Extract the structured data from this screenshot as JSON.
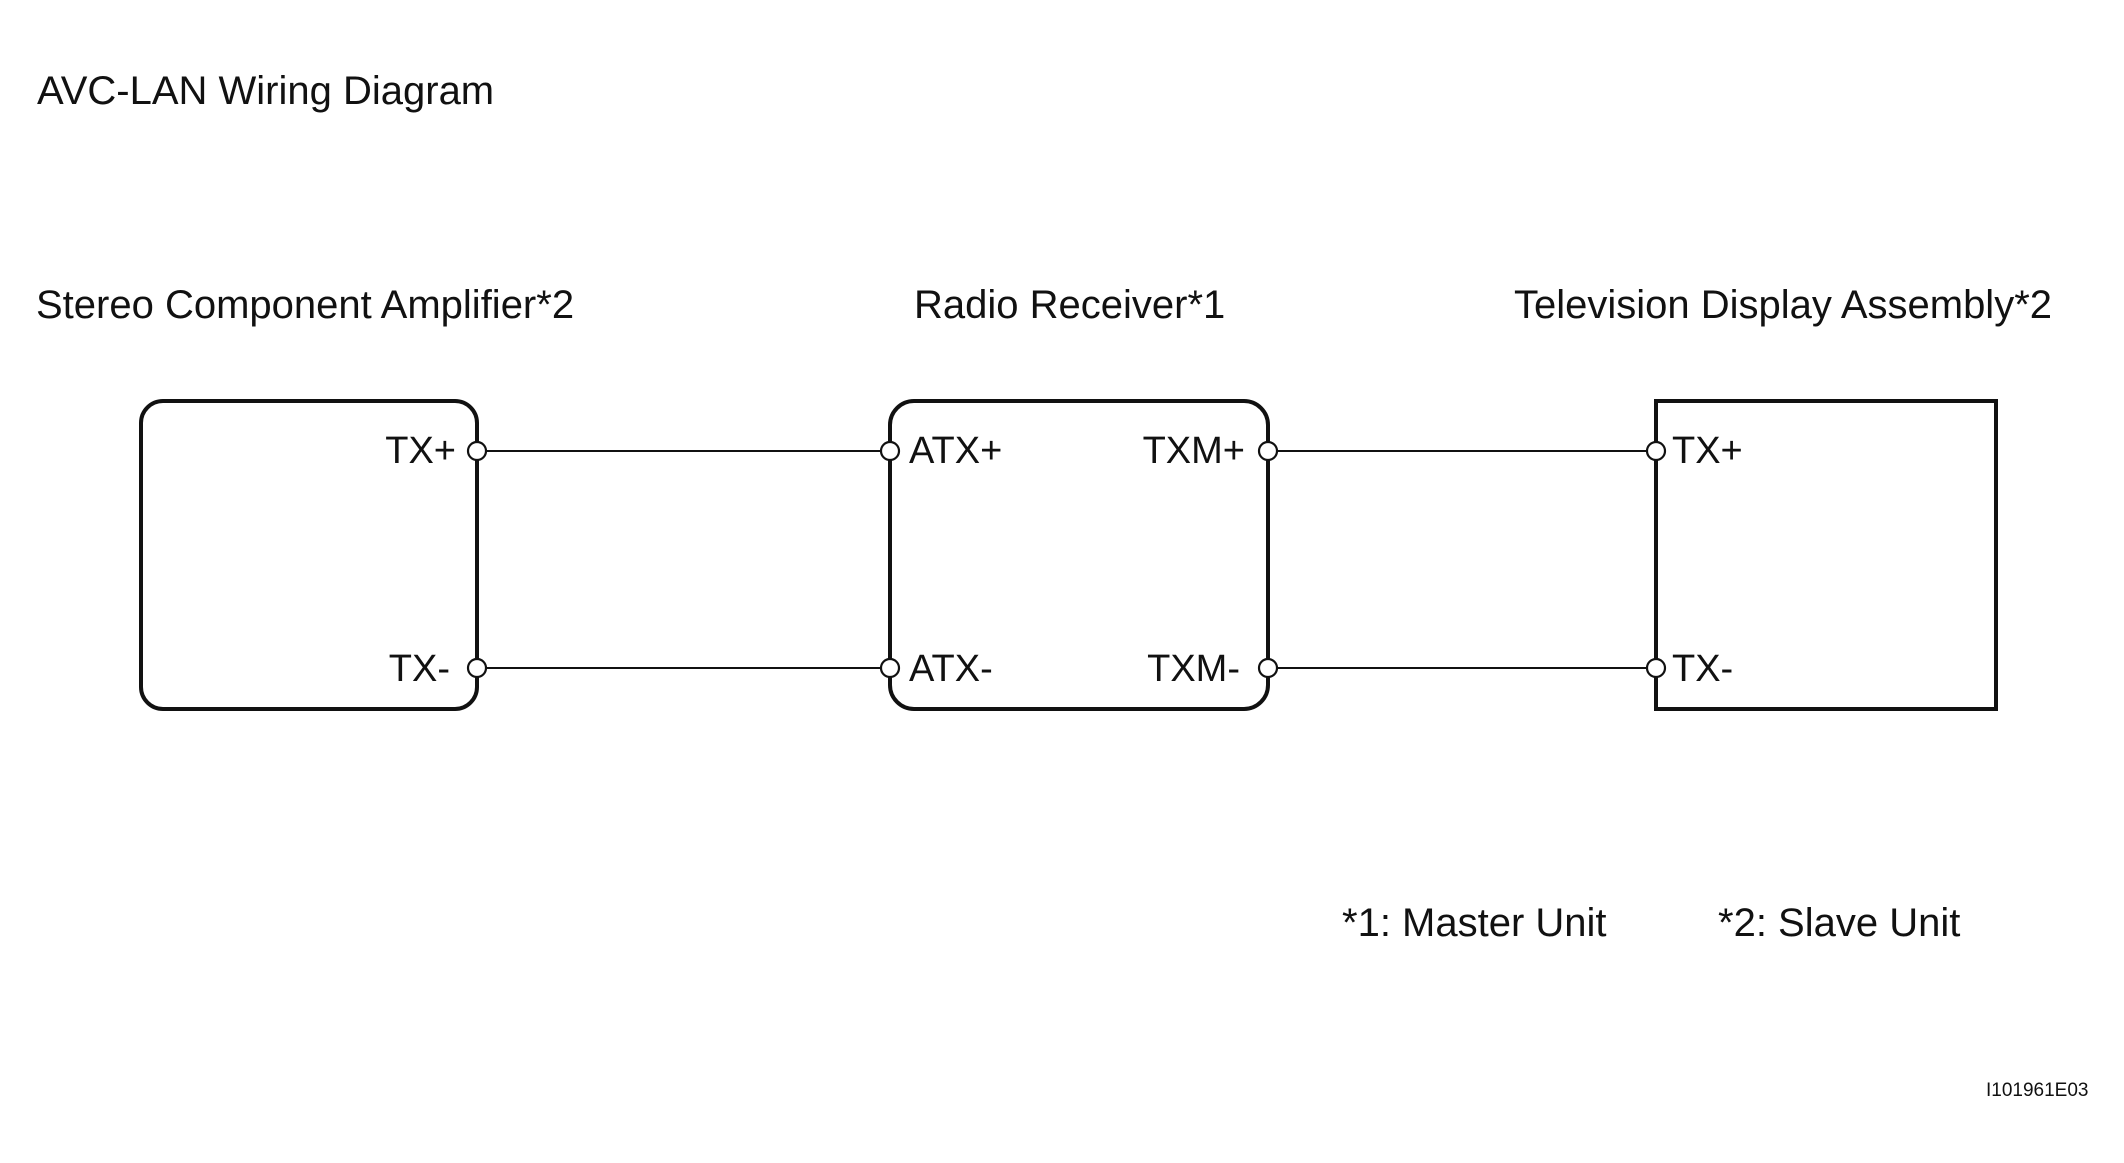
{
  "title": "AVC-LAN Wiring Diagram",
  "components": {
    "amplifier": {
      "name": "Stereo Component Amplifier*2",
      "pin_top": "TX+",
      "pin_bottom": "TX-"
    },
    "radio": {
      "name": "Radio Receiver*1",
      "pin_left_top": "ATX+",
      "pin_left_bottom": "ATX-",
      "pin_right_top": "TXM+",
      "pin_right_bottom": "TXM-"
    },
    "television": {
      "name": "Television Display Assembly*2",
      "pin_top": "TX+",
      "pin_bottom": "TX-"
    }
  },
  "notes": {
    "master": "*1: Master Unit",
    "slave": "*2: Slave Unit"
  },
  "reference_code": "I101961E03"
}
